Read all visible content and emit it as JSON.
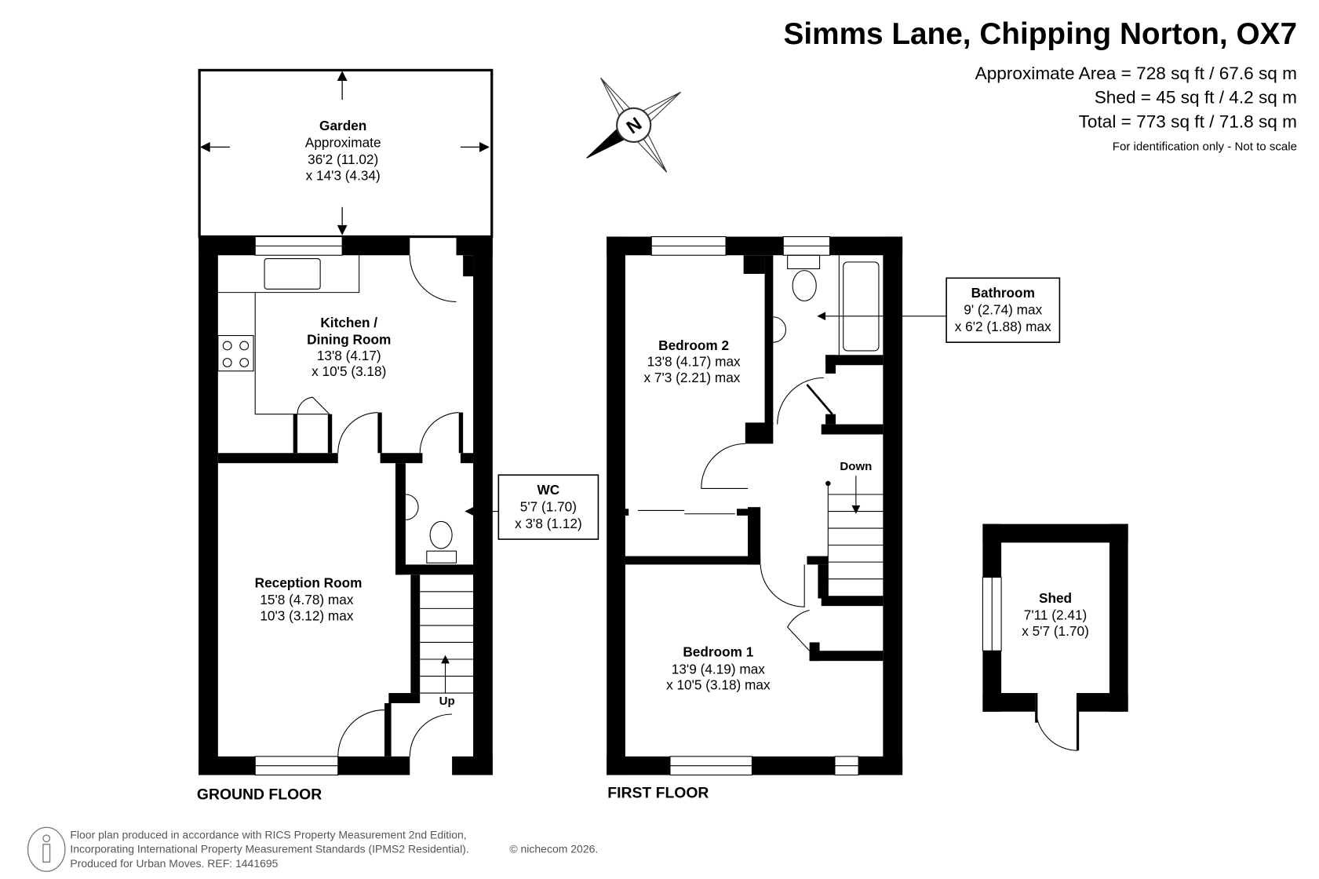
{
  "header": {
    "title": "Simms Lane, Chipping Norton, OX7",
    "area_lines": [
      "Approximate Area = 728 sq ft / 67.6 sq m",
      "Shed = 45 sq ft / 4.2 sq m",
      "Total = 773 sq ft / 71.8 sq m"
    ],
    "disclaimer": "For identification only - Not to scale"
  },
  "compass": {
    "label": "N"
  },
  "ground_floor": {
    "label": "GROUND FLOOR",
    "garden": {
      "name": "Garden",
      "lines": [
        "Approximate",
        "36'2 (11.02)",
        "x 14'3 (4.34)"
      ]
    },
    "kitchen": {
      "name1": "Kitchen /",
      "name2": "Dining Room",
      "lines": [
        "13'8 (4.17)",
        "x 10'5 (3.18)"
      ]
    },
    "reception": {
      "name": "Reception Room",
      "lines": [
        "15'8 (4.78) max",
        "10'3 (3.12) max"
      ]
    },
    "wc": {
      "name": "WC",
      "lines": [
        "5'7 (1.70)",
        "x 3'8 (1.12)"
      ]
    },
    "stairs_label": "Up"
  },
  "first_floor": {
    "label": "FIRST FLOOR",
    "bedroom2": {
      "name": "Bedroom 2",
      "lines": [
        "13'8 (4.17) max",
        "x 7'3 (2.21) max"
      ]
    },
    "bathroom": {
      "name": "Bathroom",
      "lines": [
        "9' (2.74) max",
        "x 6'2 (1.88) max"
      ]
    },
    "bedroom1": {
      "name": "Bedroom 1",
      "lines": [
        "13'9 (4.19) max",
        "x 10'5 (3.18) max"
      ]
    },
    "stairs_label": "Down"
  },
  "shed": {
    "name": "Shed",
    "lines": [
      "7'11 (2.41)",
      "x 5'7 (1.70)"
    ]
  },
  "footer": {
    "lines": [
      "Floor plan produced in accordance with RICS Property Measurement 2nd Edition,",
      "Incorporating International Property Measurement Standards (IPMS2 Residential).",
      "Produced for Urban Moves.   REF: 1441695"
    ],
    "copyright": "© nichecom 2026."
  }
}
